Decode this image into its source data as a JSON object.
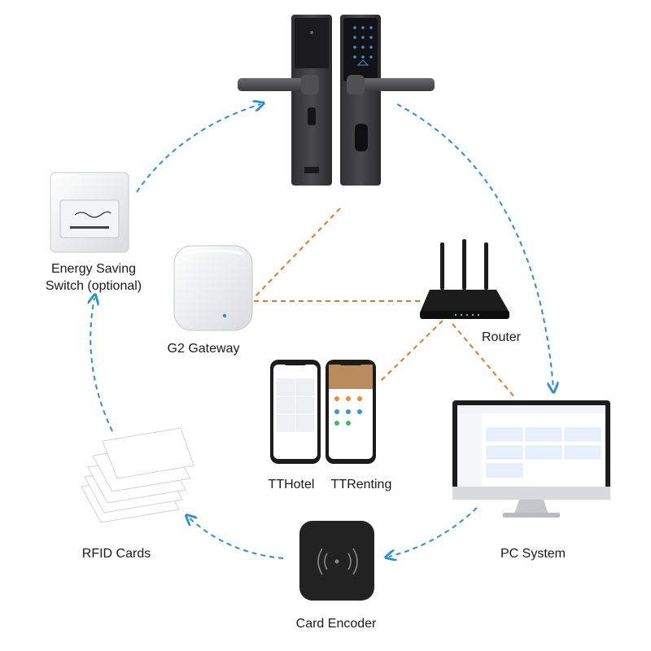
{
  "labels": {
    "energy_switch_line1": "Energy Saving",
    "energy_switch_line2": "Switch (optional)",
    "gateway": "G2 Gateway",
    "router": "Router",
    "tthotel": "TTHotel",
    "ttrenting": "TTRenting",
    "pc_system": "PC System",
    "rfid_cards": "RFID Cards",
    "card_encoder": "Card Encoder"
  },
  "colors": {
    "cycle_arrow": "#2b8fd6",
    "network_link": "#e07a1f",
    "lock_body": "#3a3a3c",
    "router_body": "#1c1c1c",
    "encoder_body": "#222222"
  }
}
